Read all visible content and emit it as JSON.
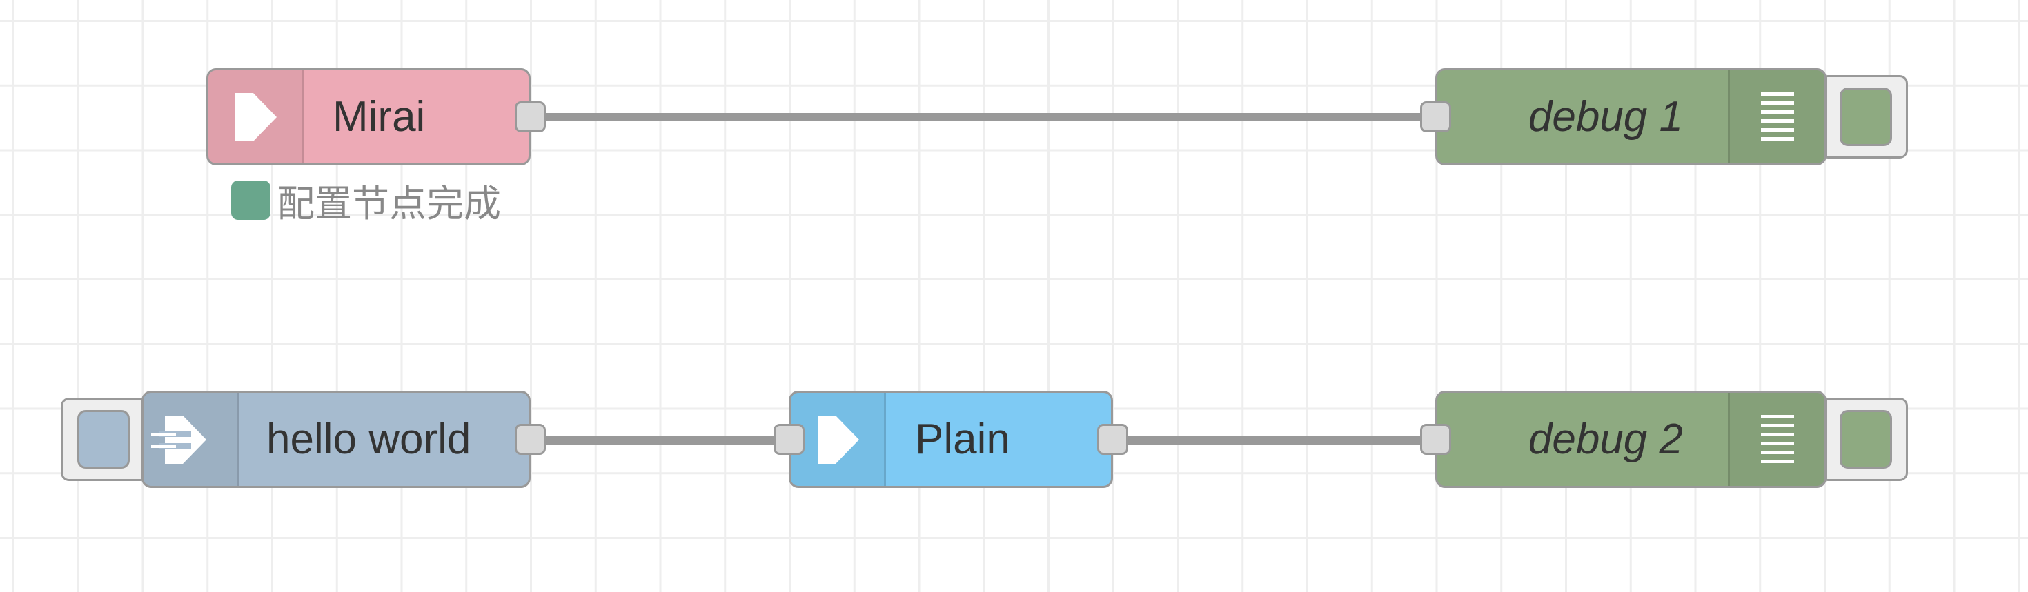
{
  "canvas": {
    "background": "#ffffff",
    "grid_color": "#eeeeee",
    "wire_color": "#999999"
  },
  "nodes": {
    "mirai": {
      "label": "Mirai",
      "color": "#edaab6",
      "icon": "arrow-right-icon",
      "status": {
        "text": "配置节点完成",
        "color": "#69a68c"
      }
    },
    "debug1": {
      "label": "debug 1",
      "color": "#8eaa81",
      "icon": "list-icon",
      "toggle_color": "#8eaa81"
    },
    "hello_world": {
      "label": "hello world",
      "color": "#a6bbcf",
      "icon": "inject-arrow-icon",
      "button_color": "#a6bbcf"
    },
    "plain": {
      "label": "Plain",
      "color": "#7ecaf4",
      "icon": "arrow-right-icon"
    },
    "debug2": {
      "label": "debug 2",
      "color": "#8eaa81",
      "icon": "list-icon",
      "toggle_color": "#8eaa81"
    }
  },
  "wires": [
    {
      "from": "Mirai",
      "to": "debug 1"
    },
    {
      "from": "hello world",
      "to": "Plain"
    },
    {
      "from": "Plain",
      "to": "debug 2"
    }
  ]
}
